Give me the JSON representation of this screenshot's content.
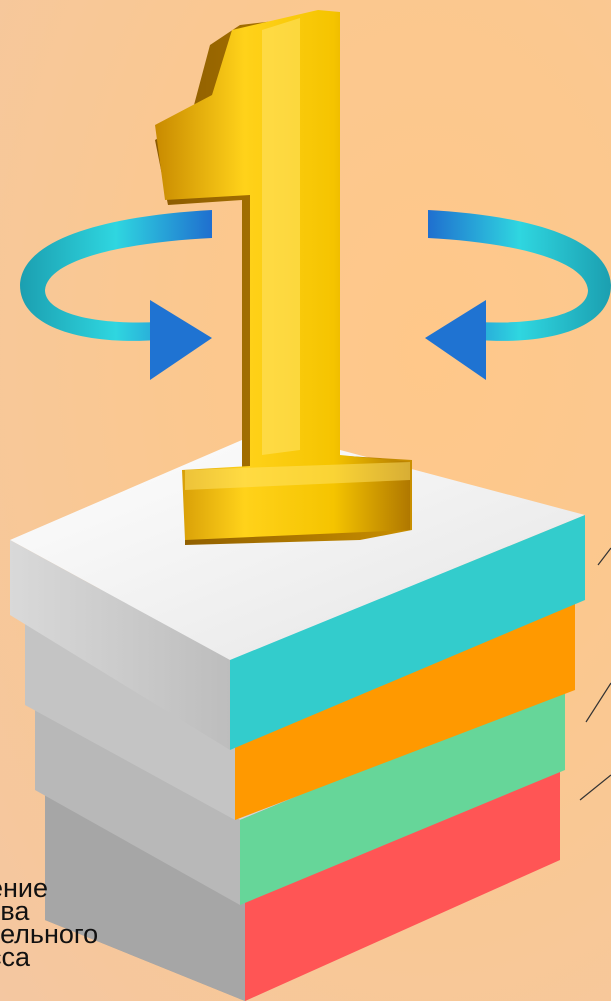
{
  "colors": {
    "background": "#fbc88f",
    "layer_top": "#33cccc",
    "layer_2": "#ff9900",
    "layer_3": "#66d699",
    "layer_bottom": "#ff5555",
    "numeral": "#f0c000",
    "arrow": "#1fa0d0"
  },
  "numeral_glyph": "1",
  "icons": [
    "rotate-arrow-left-icon",
    "rotate-arrow-right-icon"
  ],
  "caption_lines": [
    "ение",
    "тва",
    "тельного",
    "сса"
  ]
}
